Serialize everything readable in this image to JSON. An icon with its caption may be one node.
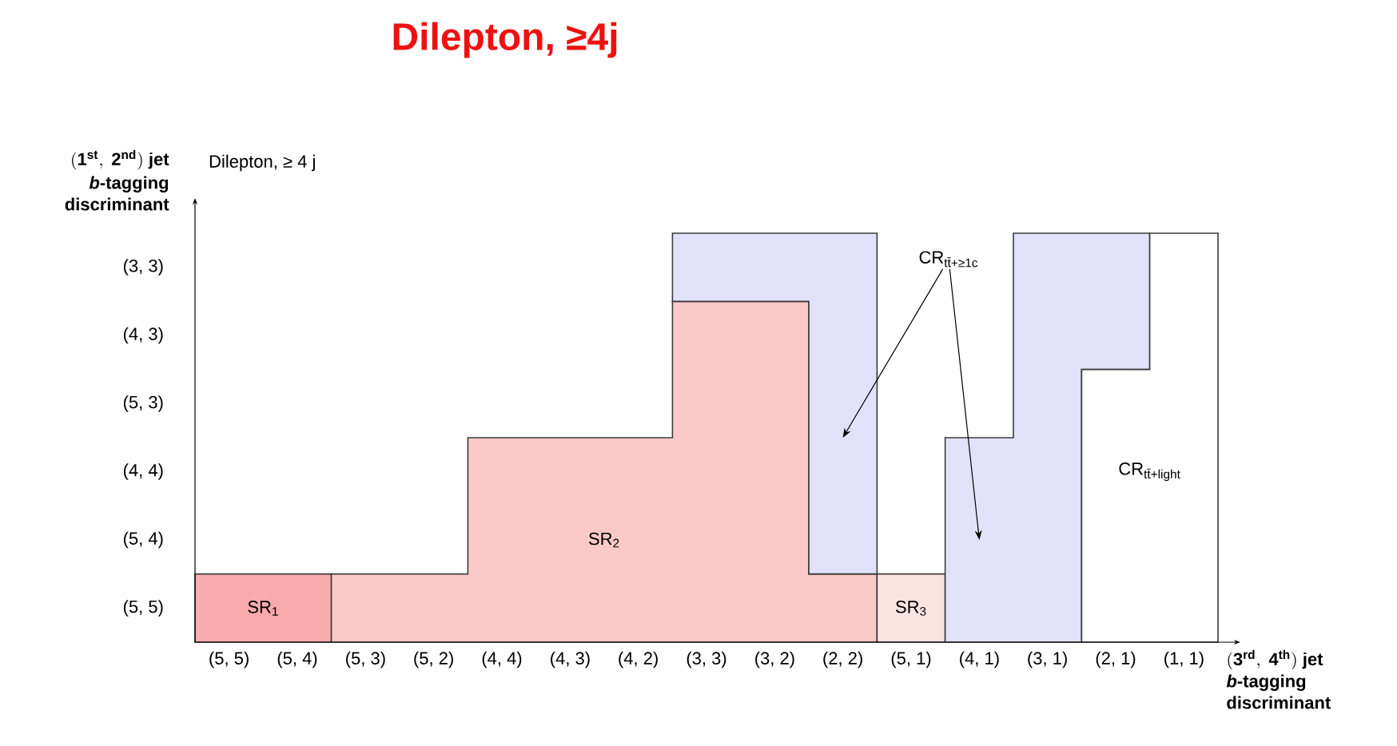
{
  "diagram": {
    "title": "Dilepton, ≥4j",
    "nodes": [
      {
        "text": [
          "SR$_{1}$"
        ]
      },
      {
        "text": [
          "SR$_{2}$"
        ]
      },
      {
        "text": [],
        "shape": "box"
      },
      {
        "text": [
          "CR$_{tt̄+≥1c}$"
        ]
      },
      {
        "text": [
          "SR$_{3}$"
        ]
      },
      {
        "text": [],
        "shape": "box"
      },
      {
        "text": [
          "CR$_{tt̄+light}$"
        ]
      }
    ],
    "edges": [
      {
        "from": 3,
        "to": 2,
        "arrow": "to"
      },
      {
        "from": 3,
        "to": 5,
        "arrow": "to"
      }
    ],
    "labels": [
      "\\mathbf{(1^{st},\\ 2^{nd})\\ jet}",
      "Dilepton, ≥ 4 j",
      "*b*-tagging discriminant",
      "(3, 3)",
      "(4, 3)",
      "(5, 3)",
      "(4, 4)",
      "(5, 4)",
      "(5, 5)",
      "(5, 5)",
      "(5, 4)",
      "(5, 3)",
      "(5, 2)",
      "(4, 4)",
      "(4, 3)",
      "(4, 2)",
      "(3, 3)",
      "(3, 2)",
      "(2, 2)",
      "(5, 1)",
      "(4, 1)",
      "(3, 1)",
      "(2, 1)",
      "(1, 1)",
      "\\mathbf{(3^{rd},\\ 4^{th})\\ jet}",
      "*b*-tagging discriminant"
    ]
  }
}
